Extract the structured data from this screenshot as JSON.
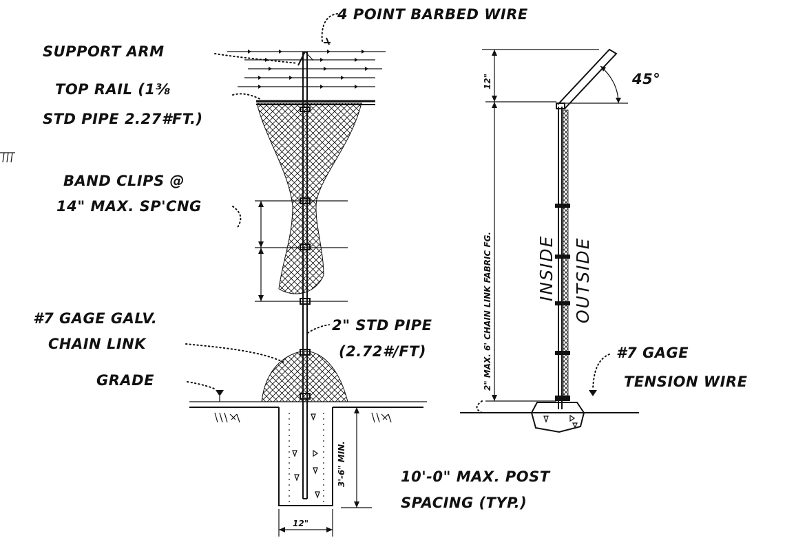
{
  "labels": {
    "barbed_wire": "4 POINT BARBED WIRE",
    "support_arm": "SUPPORT ARM",
    "top_rail_1": "TOP RAIL (1⅜",
    "top_rail_2": "STD PIPE 2.27#FT.)",
    "band_clips_1": "BAND CLIPS @",
    "band_clips_2": "14\" MAX. SP'CNG",
    "chain_link_1": "#7 GAGE GALV.",
    "chain_link_2": "CHAIN LINK",
    "grade": "GRADE",
    "std_pipe_1": "2\" STD PIPE",
    "std_pipe_2": "(2.72#/FT)",
    "min_depth": "3'-6\" MIN.",
    "footing_width": "12\"",
    "post_spacing_1": "10'-0\" MAX. POST",
    "post_spacing_2": "SPACING (TYP.)",
    "arm_height": "12\"",
    "fabric_height": "2\" MAX. 6' CHAIN LINK FABRIC FG.",
    "angle": "45°",
    "inside": "INSIDE",
    "outside": "OUTSIDE",
    "tension_1": "#7 GAGE",
    "tension_2": "TENSION WIRE"
  },
  "colors": {
    "ink": "#111111",
    "paper": "#ffffff"
  }
}
